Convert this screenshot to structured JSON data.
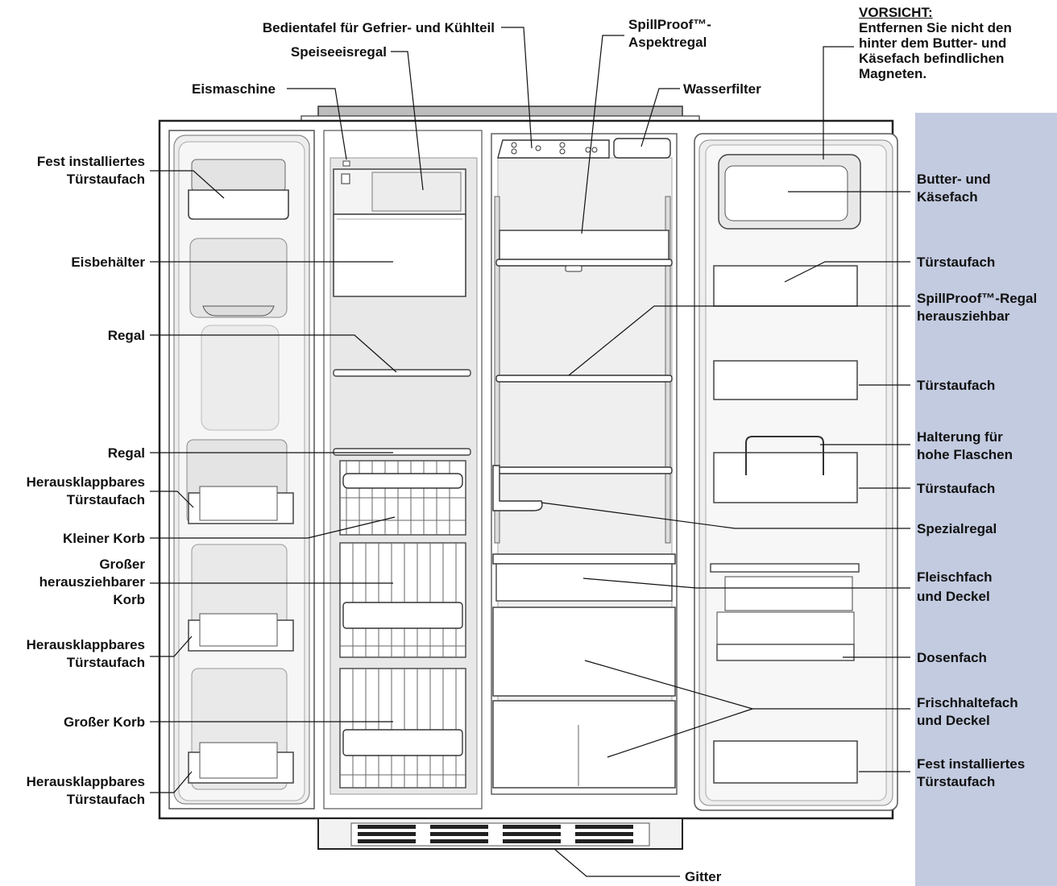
{
  "caution": {
    "title": "VORSICHT:",
    "text": "Entfernen Sie nicht den hinter dem Butter- und Käsefach befindlichen Magneten."
  },
  "labels": {
    "control_panel": "Bedientafel für Gefrier- und Kühlteil",
    "ice_cream_shelf": "Speiseeisregal",
    "icemaker": "Eismaschine",
    "spillproof_aspekt_1": "SpillProof™-",
    "spillproof_aspekt_2": "Aspektregal",
    "water_filter": "Wasserfilter",
    "fixed_door_bin_top_1": "Fest installiertes",
    "fixed_door_bin_top_2": "Türstaufach",
    "ice_bin": "Eisbehälter",
    "shelf_1": "Regal",
    "shelf_2": "Regal",
    "flip_bin_1_a": "Herausklappbares",
    "flip_bin_1_b": "Türstaufach",
    "small_basket": "Kleiner Korb",
    "large_pullout_1": "Großer",
    "large_pullout_2": "herausziehbarer",
    "large_pullout_3": "Korb",
    "flip_bin_2_a": "Herausklappbares",
    "flip_bin_2_b": "Türstaufach",
    "large_basket": "Großer Korb",
    "flip_bin_3_a": "Herausklappbares",
    "flip_bin_3_b": "Türstaufach",
    "butter_1": "Butter- und",
    "butter_2": "Käsefach",
    "door_bin_1": "Türstaufach",
    "spillproof_slide_1": "SpillProof™-Regal",
    "spillproof_slide_2": "herausziehbar",
    "door_bin_2": "Türstaufach",
    "tall_bottle_1": "Halterung für",
    "tall_bottle_2": "hohe Flaschen",
    "door_bin_3": "Türstaufach",
    "special_shelf": "Spezialregal",
    "meat_1": "Fleischfach",
    "meat_2": "und Deckel",
    "can_rack": "Dosenfach",
    "crisper_1": "Frischhaltefach",
    "crisper_2": "und Deckel",
    "fixed_door_bin_bottom_1": "Fest installiertes",
    "fixed_door_bin_bottom_2": "Türstaufach",
    "grille": "Gitter"
  }
}
